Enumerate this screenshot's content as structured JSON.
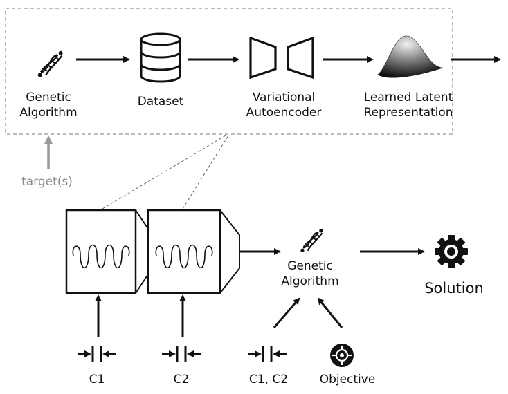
{
  "top_pipeline": {
    "genetic_algorithm": {
      "line1": "Genetic",
      "line2": "Algorithm",
      "icon": "dna-icon"
    },
    "dataset": {
      "label": "Dataset",
      "icon": "database-icon"
    },
    "vae": {
      "line1": "Variational",
      "line2": "Autoencoder",
      "icon": "autoencoder-icon"
    },
    "latent": {
      "line1": "Learned Latent",
      "line2": "Representation",
      "icon": "surface-icon"
    },
    "target_label": "target(s)"
  },
  "bottom_pipeline": {
    "genetic_algorithm": {
      "line1": "Genetic",
      "line2": "Algorithm",
      "icon": "dna-icon"
    },
    "solution": {
      "label": "Solution",
      "icon": "gear-icon"
    },
    "inputs": [
      {
        "label": "C1",
        "icon": "capacitor-gap-icon"
      },
      {
        "label": "C2",
        "icon": "capacitor-gap-icon"
      },
      {
        "label": "C1, C2",
        "icon": "capacitor-gap-icon"
      },
      {
        "label": "Objective",
        "icon": "target-icon"
      }
    ],
    "coil_modules": [
      "coil-icon",
      "coil-icon"
    ]
  }
}
